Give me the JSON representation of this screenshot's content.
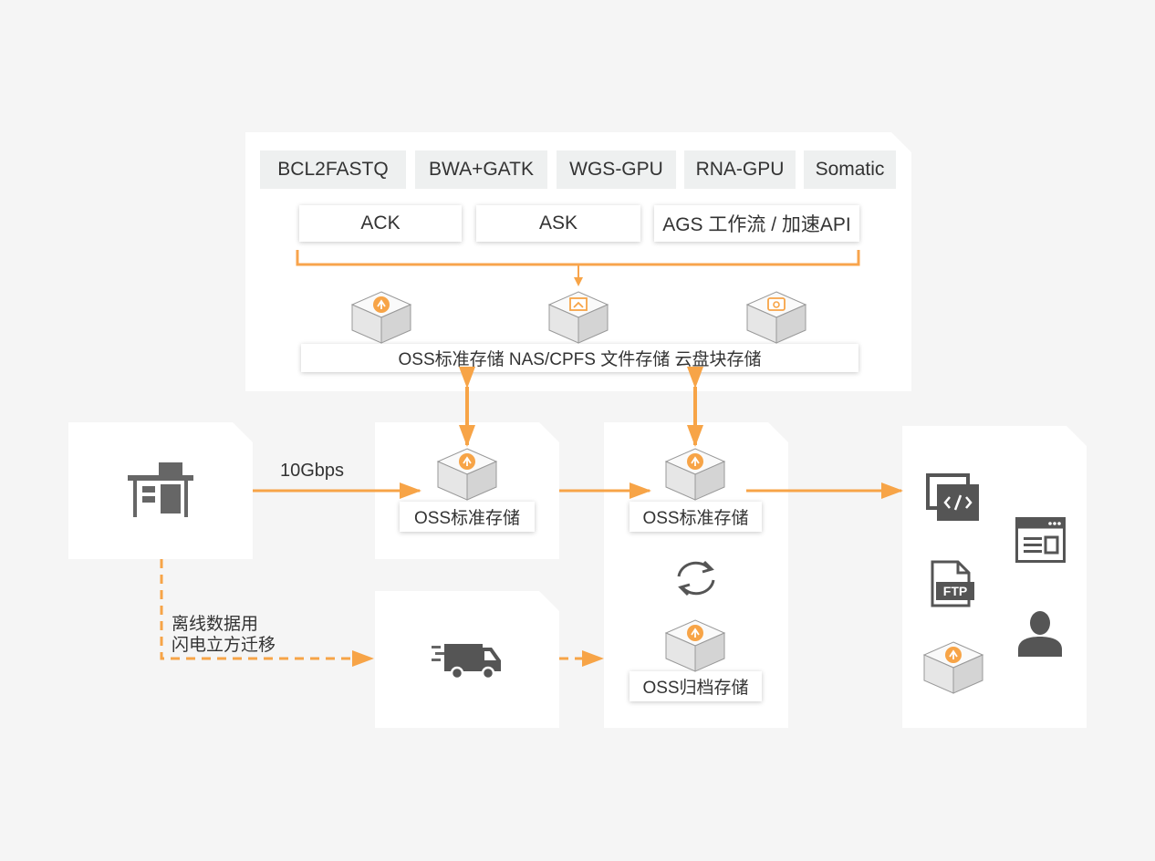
{
  "colors": {
    "accent": "#f7a447",
    "accent_line": "#f8a44c",
    "icon_gray": "#666666",
    "chip_bg": "#eef0f0"
  },
  "top": {
    "chips": [
      "BCL2FASTQ",
      "BWA+GATK",
      "WGS-GPU",
      "RNA-GPU",
      "Somatic"
    ],
    "services": [
      "ACK",
      "ASK",
      "AGS 工作流 / 加速API"
    ],
    "storage_label": "OSS标准存储 NAS/CPFS 文件存储  云盘块存储",
    "storage_icons": [
      "oss-cube-icon",
      "nas-cube-icon",
      "disk-cube-icon"
    ]
  },
  "source": {
    "icon": "workstation-icon",
    "link_label": "10Gbps",
    "offline_label_1": "离线数据用",
    "offline_label_2": "闪电立方迁移"
  },
  "oss_mid": {
    "label": "OSS标准存储",
    "icon": "oss-cube-icon"
  },
  "right_storage": {
    "standard_label": "OSS标准存储",
    "archive_label": "OSS归档存储",
    "sync_icon": "refresh-icon"
  },
  "transport": {
    "icon": "truck-icon"
  },
  "consumers": {
    "icons": [
      "code-window-icon",
      "browser-window-icon",
      "ftp-file-icon",
      "user-icon",
      "oss-cube-icon"
    ]
  }
}
